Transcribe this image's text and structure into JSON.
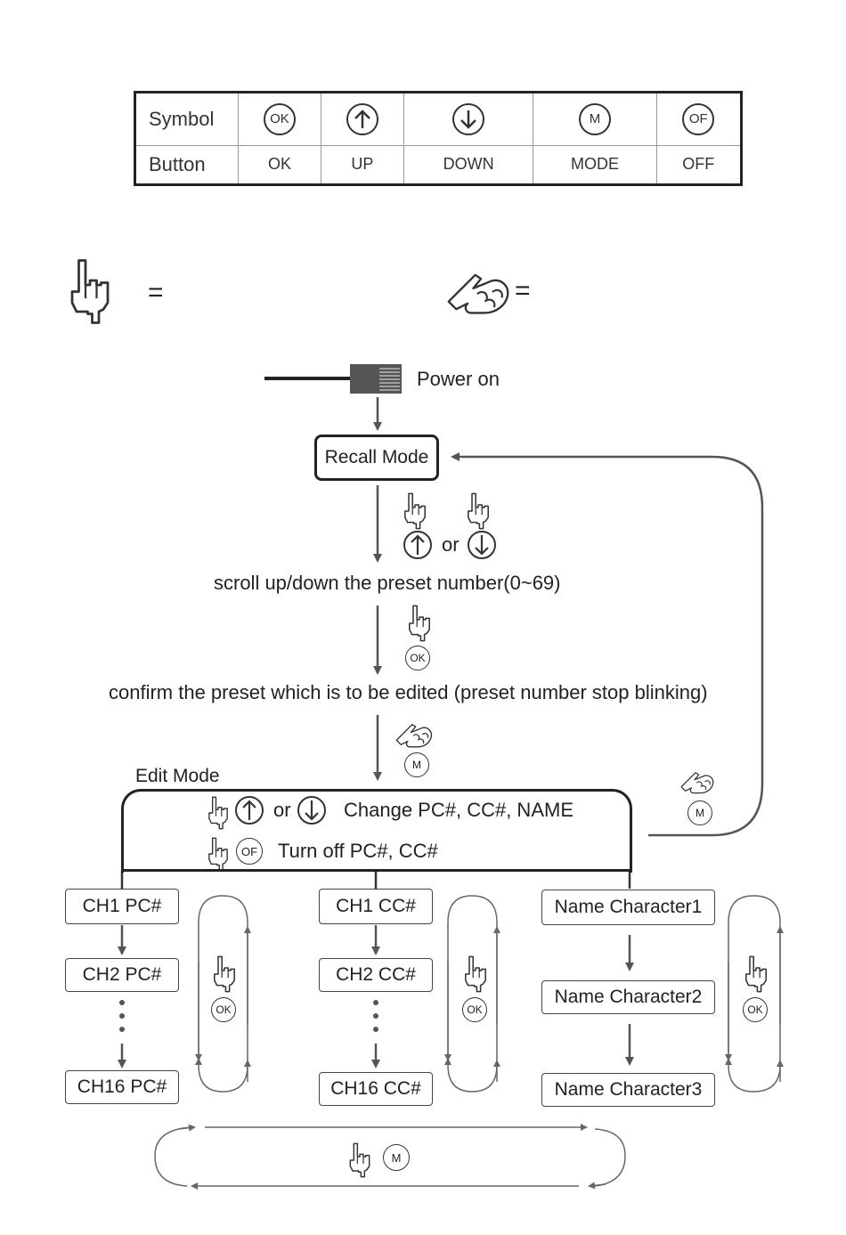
{
  "legend": {
    "row_symbol": "Symbol",
    "row_button": "Button",
    "columns": [
      {
        "symbol": "OK",
        "icon": "ok-circle-icon",
        "label": "OK"
      },
      {
        "symbol": "",
        "icon": "up-arrow-circle-icon",
        "label": "UP"
      },
      {
        "symbol": "",
        "icon": "down-arrow-circle-icon",
        "label": "DOWN"
      },
      {
        "symbol": "M",
        "icon": "mode-circle-icon",
        "label": "MODE"
      },
      {
        "symbol": "OF",
        "icon": "off-circle-icon",
        "label": "OFF"
      }
    ]
  },
  "hand_legend": {
    "equals": "="
  },
  "flow": {
    "power_on": "Power on",
    "recall_mode": "Recall Mode",
    "or": "or",
    "scroll": "scroll up/down the preset number(0~69)",
    "confirm": "confirm the preset which is to be edited (preset number stop blinking)",
    "edit_mode": "Edit Mode",
    "edit_line1": "Change PC#, CC#, NAME",
    "edit_line2": "Turn off PC#, CC#",
    "ok": "OK",
    "mode": "M",
    "off": "OF"
  },
  "columns": {
    "pc": [
      "CH1 PC#",
      "CH2 PC#",
      "CH16 PC#"
    ],
    "cc": [
      "CH1 CC#",
      "CH2 CC#",
      "CH16 CC#"
    ],
    "name": [
      "Name Character1",
      "Name Character2",
      "Name Character3"
    ]
  },
  "colors": {
    "line": "#555555",
    "text": "#222222"
  }
}
